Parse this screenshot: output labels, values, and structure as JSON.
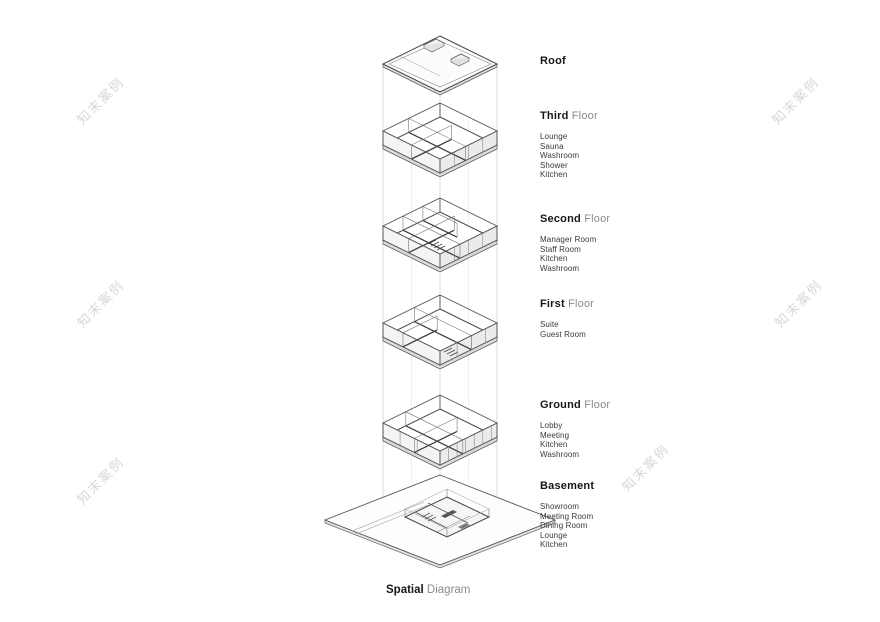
{
  "watermark": {
    "text": "知末案例",
    "color": "#d8d8d8"
  },
  "title": {
    "bold": "Spatial",
    "regular": "Diagram"
  },
  "colors": {
    "line": "#4a4a4a",
    "muted_text": "#8c8c8c",
    "text": "#161616"
  },
  "legend": [
    {
      "bold": "Roof",
      "regular": "",
      "rooms": []
    },
    {
      "bold": "Third",
      "regular": "Floor",
      "rooms": [
        "Lounge",
        "Sauna",
        "Washroom",
        "Shower",
        "Kitchen"
      ]
    },
    {
      "bold": "Second",
      "regular": "Floor",
      "rooms": [
        "Manager Room",
        "Staff Room",
        "Kitchen",
        "Washroom"
      ]
    },
    {
      "bold": "First",
      "regular": "Floor",
      "rooms": [
        "Suite",
        "Guest Room"
      ]
    },
    {
      "bold": "Ground",
      "regular": "Floor",
      "rooms": [
        "Lobby",
        "Meeting",
        "Kitchen",
        "Washroom"
      ]
    },
    {
      "bold": "Basement",
      "regular": "",
      "rooms": [
        "Showroom",
        "Meeting Room",
        "Dining Room",
        "Lounge",
        "Kitchen"
      ]
    }
  ]
}
